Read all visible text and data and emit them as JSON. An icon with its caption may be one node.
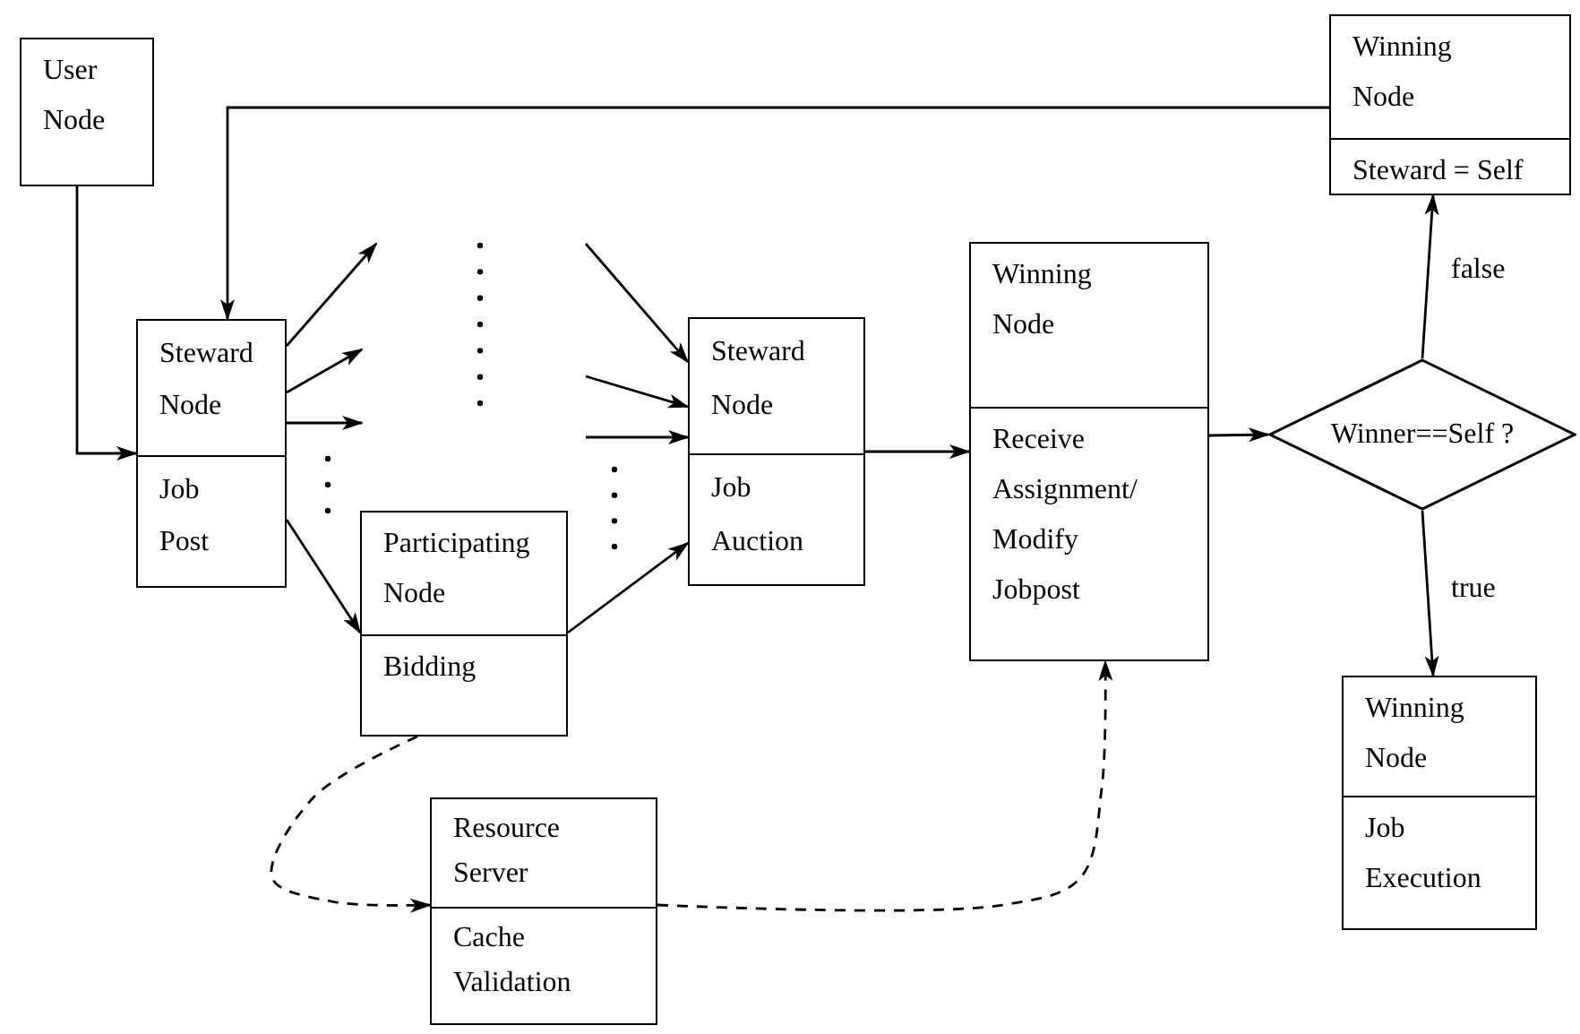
{
  "diagram": {
    "nodes": [
      {
        "text": [
          "User Node"
        ]
      },
      {
        "text": [
          "Steward Node",
          "Job Post"
        ]
      },
      {
        "text": [
          "Participating Node",
          "Bidding"
        ]
      },
      {
        "text": [
          "Steward Node",
          "Job Auction"
        ]
      },
      {
        "text": [
          "Winning Node",
          "Receive Assignment/ Modify Jobpost"
        ]
      },
      {
        "text": [
          "Winner==Self ?"
        ]
      },
      {
        "text": [
          "Winning Node",
          "Steward = Self"
        ]
      },
      {
        "text": [
          "Winning Node",
          "Job Execution"
        ]
      },
      {
        "text": [
          "Resource Server",
          "Cache Validation"
        ]
      }
    ],
    "edges": [
      {
        "from": 0,
        "to": 1,
        "arrow": "to"
      },
      {
        "from": 6,
        "to": 1,
        "arrow": "to"
      },
      {
        "from": 1,
        "to": null,
        "arrow": "to"
      },
      {
        "from": 1,
        "to": null,
        "arrow": "to"
      },
      {
        "from": 1,
        "to": null,
        "arrow": "to"
      },
      {
        "from": 1,
        "to": 2,
        "arrow": "to"
      },
      {
        "from": null,
        "to": 3,
        "arrow": "to"
      },
      {
        "from": null,
        "to": 3,
        "arrow": "to"
      },
      {
        "from": null,
        "to": 3,
        "arrow": "to"
      },
      {
        "from": 2,
        "to": 3,
        "arrow": "to"
      },
      {
        "from": 3,
        "to": 4,
        "arrow": "to"
      },
      {
        "from": 4,
        "to": 5,
        "arrow": "to"
      },
      {
        "from": 5,
        "to": 6,
        "arrow": "to",
        "label": "false"
      },
      {
        "from": 5,
        "to": 7,
        "arrow": "to",
        "label": "true"
      },
      {
        "from": 2,
        "to": 8,
        "arrow": "to",
        "style": "dashed"
      },
      {
        "from": 8,
        "to": 4,
        "arrow": "to",
        "style": "dashed"
      }
    ]
  }
}
